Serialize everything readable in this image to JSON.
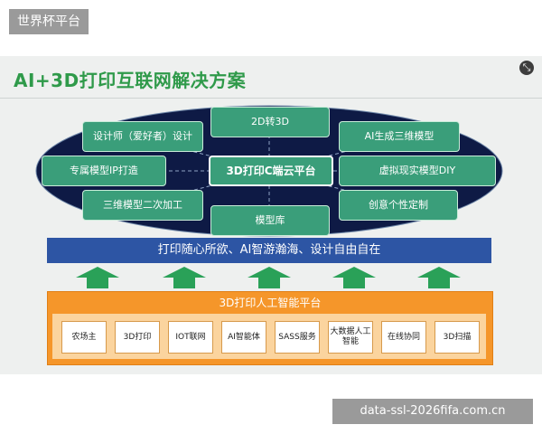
{
  "top_tag": "世界杯平台",
  "title": "AI+3D打印互联网解决方案",
  "expand_icon": "⤡",
  "center": "3D打印C端云平台",
  "modules": {
    "m_2d3d": "2D转3D",
    "m_ai_model": "AI生成三维模型",
    "m_designer": "设计师（爱好者）设计",
    "m_ip": "专属模型IP打造",
    "m_vr": "虚拟现实模型DIY",
    "m_process": "三维模型二次加工",
    "m_custom": "创意个性定制",
    "m_lib": "模型库"
  },
  "slogan": "打印随心所欲、AI智游瀚海、设计自由自在",
  "platform_title": "3D打印人工智能平台",
  "platform_items": [
    "农场主",
    "3D打印",
    "IOT联网",
    "AI智能体",
    "SASS服务",
    "大数据人工智能",
    "在线协同",
    "3D扫描"
  ],
  "bottom_tag": "data-ssl-2026fifa.com.cn",
  "colors": {
    "ellipse": "#0e1a45",
    "module": "#3a9e7a",
    "slogan": "#2d55a4",
    "arrow": "#2aa158",
    "platform": "#f5962a",
    "title": "#2f9a4a"
  }
}
